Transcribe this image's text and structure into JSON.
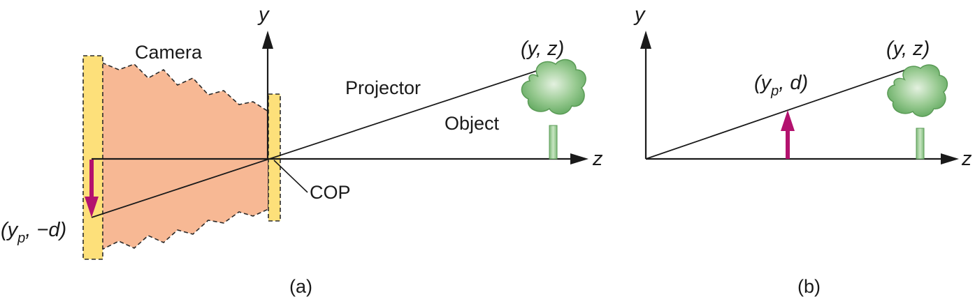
{
  "panel_a": {
    "caption": "(a)",
    "y_axis_label": "y",
    "z_axis_label": "z",
    "camera_label": "Camera",
    "projector_label": "Projector",
    "object_label": "Object",
    "cop_label": "COP",
    "point_label_main": "(y, z)",
    "image_point": {
      "prefix": "(y",
      "subscript": "p",
      "suffix": ", −d)"
    }
  },
  "panel_b": {
    "caption": "(b)",
    "y_axis_label": "y",
    "z_axis_label": "z",
    "point_label_main": "(y, z)",
    "image_point": {
      "prefix": "(y",
      "subscript": "p",
      "suffix": ", d)"
    }
  },
  "colors": {
    "camera_body": "#f7b894",
    "film_plane": "#fde07a",
    "arrow": "#b3126e",
    "tree_foliage": "#6fb56c",
    "tree_trunk": "#9ccc98",
    "line": "#1a1a1a"
  }
}
